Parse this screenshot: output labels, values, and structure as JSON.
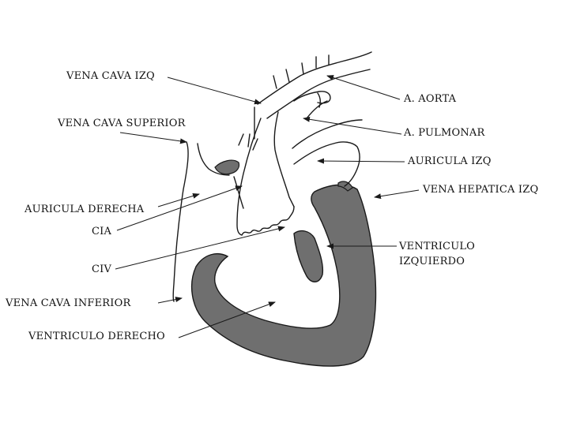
{
  "labels": {
    "vena_cava_izq": "VENA CAVA IZQ",
    "vena_cava_superior": "VENA CAVA SUPERIOR",
    "auricula_derecha": "AURICULA DERECHA",
    "cia": "CIA",
    "civ": "CIV",
    "vena_cava_inferior": "VENA CAVA INFERIOR",
    "ventriculo_derecho": "VENTRICULO DERECHO",
    "aorta": "A. AORTA",
    "pulmonar": "A. PULMONAR",
    "auricula_izq": "AURICULA IZQ",
    "vena_hepatica_izq": "VENA HEPATICA IZQ",
    "ventriculo_izquierdo_line1": "VENTRICULO",
    "ventriculo_izquierdo_line2": "IZQUIERDO"
  },
  "colors": {
    "ink": "#1a1a1a",
    "ventricle_fill": "#6f6f6f",
    "background": "#ffffff"
  }
}
